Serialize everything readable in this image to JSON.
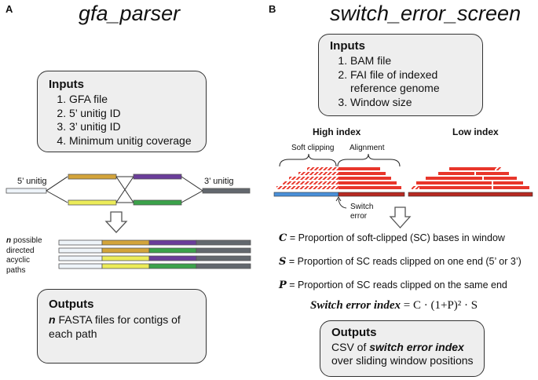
{
  "colors": {
    "gold": "#d3a43a",
    "purple": "#6a3d9a",
    "yellow": "#ecec59",
    "green": "#3ba24a",
    "grey_bar": "#63686e",
    "light_bar": "#eef4f9",
    "red": "#e8362b",
    "blue": "#4a90d9",
    "darkred": "#b72a22",
    "box_bg": "#eeeeee"
  },
  "left": {
    "panel_letter": "A",
    "title": "gfa_parser",
    "inputs": {
      "heading": "Inputs",
      "items": [
        "GFA file",
        "5’ unitig ID",
        "3’ unitig ID",
        "Minimum unitig coverage"
      ]
    },
    "labels": {
      "unitig5": "5’ unitig",
      "unitig3": "3’ unitig",
      "n": "n",
      "paths_line1": " possible",
      "paths_line2": "directed",
      "paths_line3": "acyclic",
      "paths_line4": "paths"
    },
    "outputs": {
      "heading": "Outputs",
      "n": "n",
      "text_line1": " FASTA files for contigs of",
      "text_line2": "each path"
    }
  },
  "right": {
    "panel_letter": "B",
    "title": "switch_error_screen",
    "inputs": {
      "heading": "Inputs",
      "items": [
        "BAM file",
        "FAI file of indexed reference genome",
        "Window size"
      ]
    },
    "high_index": "High index",
    "low_index": "Low index",
    "soft_clipping": "Soft clipping",
    "alignment": "Alignment",
    "switch_error_line1": "Switch",
    "switch_error_line2": "error",
    "defs": [
      {
        "sym": "C",
        "text": " = Proportion of soft-clipped (SC) bases in window"
      },
      {
        "sym": "S",
        "text": " = Proportion of SC reads clipped on one end (5’ or 3’)"
      },
      {
        "sym": "P",
        "text": " = Proportion of SC reads clipped on the same end"
      }
    ],
    "index_formula": {
      "name": "Switch error index",
      "rhs": " = C · (1+P)² · S"
    },
    "outputs": {
      "heading": "Outputs",
      "line1_prefix": "CSV of ",
      "line1_em": "switch error index",
      "line2": "over sliding window positions"
    }
  }
}
